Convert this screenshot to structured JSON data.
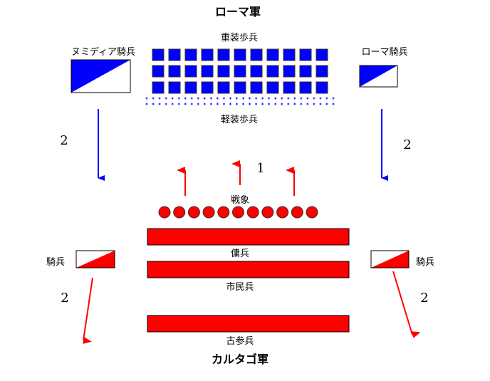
{
  "rome": {
    "title": "ローマ軍",
    "heavy_infantry": "重装歩兵",
    "light_infantry": "軽装歩兵",
    "numidian_cavalry": "ヌミディア騎兵",
    "roman_cavalry": "ローマ騎兵",
    "heavy_infantry_grid": {
      "rows": 3,
      "cols": 11
    },
    "light_infantry_dots": {
      "rows": 2,
      "count_per_row": 30
    }
  },
  "carthage": {
    "title": "カルタゴ軍",
    "elephants": "戦象",
    "elephant_count": 11,
    "mercenaries": "傭兵",
    "citizens": "市民兵",
    "veterans": "古参兵",
    "left_cavalry": "騎兵",
    "right_cavalry": "騎兵"
  },
  "phases": {
    "step1": "1",
    "step2_left_top": "2",
    "step2_right_top": "2",
    "step2_left_bottom": "2",
    "step2_right_bottom": "2"
  },
  "colors": {
    "rome": "#0000ff",
    "carthage": "#ff0000"
  }
}
